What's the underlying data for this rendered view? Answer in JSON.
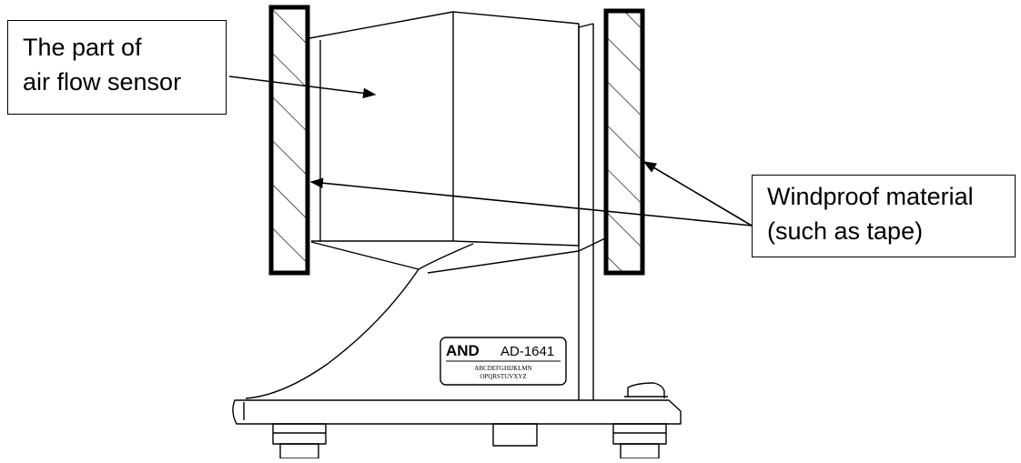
{
  "labels": {
    "sensor": {
      "line1": "The part of",
      "line2": "air flow sensor"
    },
    "windproof": {
      "line1": "Windproof material",
      "line2": "(such as tape)"
    }
  },
  "nameplate": {
    "brand": "AND",
    "model": "AD-1641",
    "line1": "ABCDEFGHIJKLMN",
    "line2": "OPQRSTUVXYZ"
  },
  "colors": {
    "line": "#000000",
    "background": "#ffffff"
  }
}
